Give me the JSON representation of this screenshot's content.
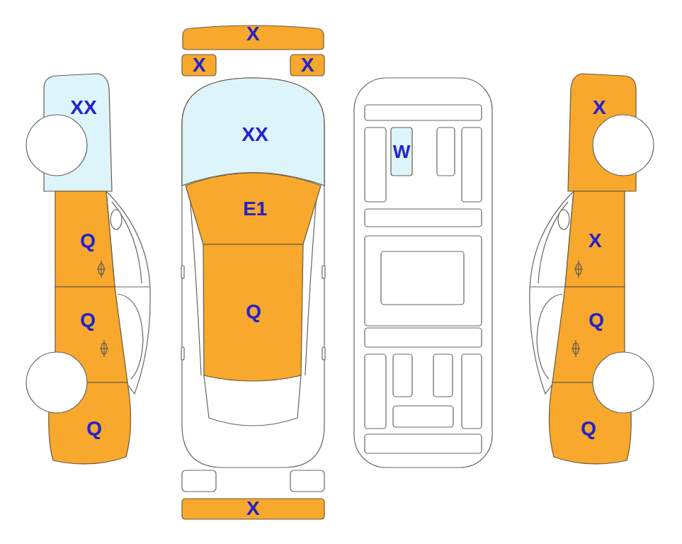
{
  "diagram": {
    "nodes": [
      {
        "text": [
          "X"
        ]
      },
      {
        "text": [
          "X"
        ]
      },
      {
        "text": [
          "X"
        ]
      },
      {
        "text": [
          "XX"
        ]
      },
      {
        "text": [
          "Q"
        ]
      },
      {
        "text": [
          "Q"
        ]
      },
      {
        "text": [
          "Q"
        ]
      },
      {
        "text": [
          "XX"
        ]
      },
      {
        "text": [
          "E1"
        ]
      },
      {
        "text": [
          "Q"
        ]
      },
      {
        "text": [
          "W"
        ]
      },
      {
        "text": [
          "X"
        ]
      },
      {
        "text": [
          "X"
        ]
      },
      {
        "text": [
          "Q"
        ]
      },
      {
        "text": [
          "Q"
        ]
      },
      {
        "text": [
          "X"
        ]
      }
    ]
  }
}
